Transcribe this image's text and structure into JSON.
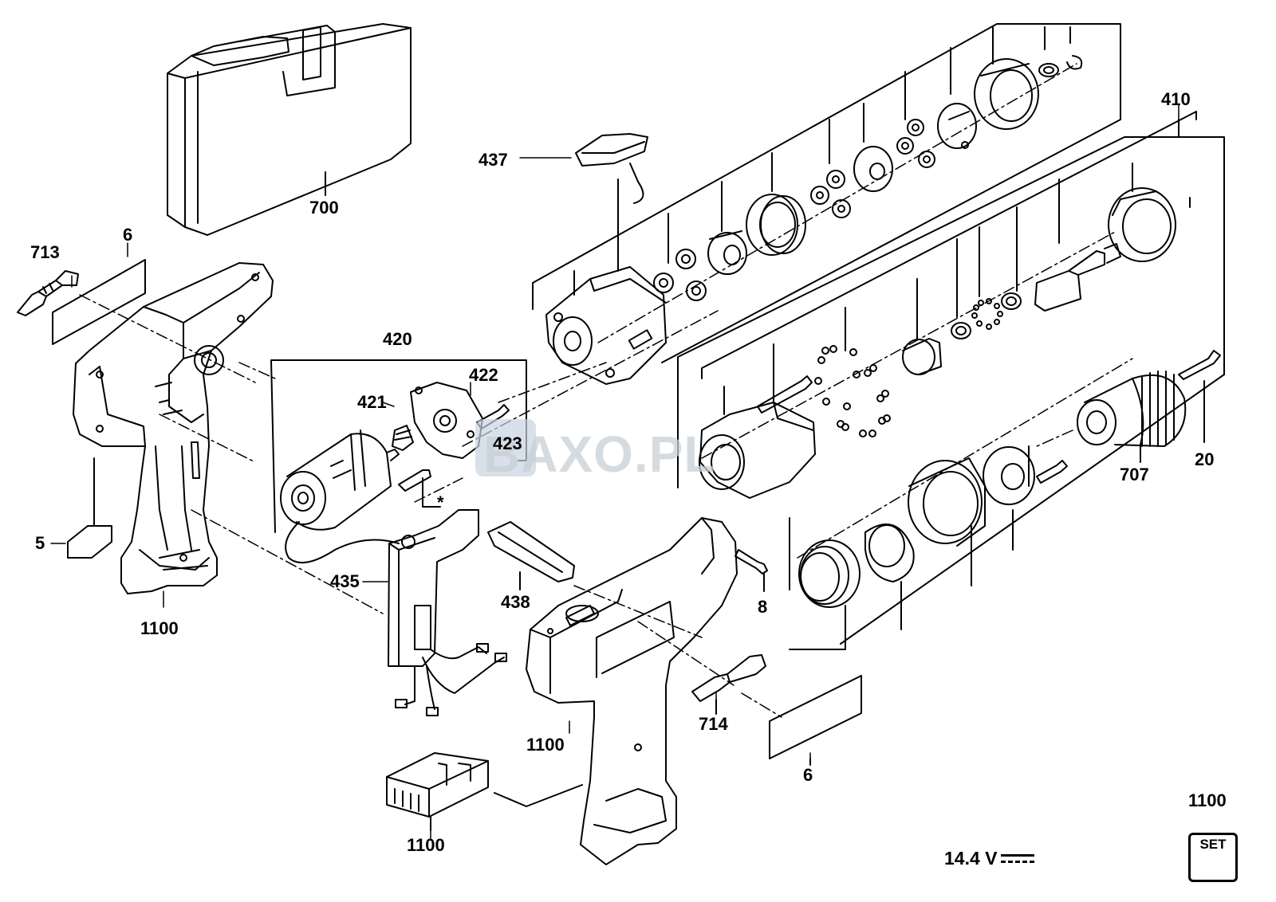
{
  "watermark": {
    "text": "BAXO.PL"
  },
  "voltage": {
    "text": "14.4 V"
  },
  "set_badge": {
    "text": "SET"
  },
  "labels": {
    "case": "700",
    "bit_left": "713",
    "label_sticker_left": "6",
    "housing_left": "1100",
    "nameplate": "5",
    "motor_assembly": "420",
    "pinion": "421",
    "motor_plate": "422",
    "motor_screw": "423",
    "switch": "435",
    "switch_slider": "438",
    "direction_selector": "437",
    "gearbox_assembly": "410",
    "chuck": "707",
    "chuck_screw": "20",
    "housing_screw": "8",
    "bit_right": "714",
    "label_sticker_right": "6",
    "housing_right": "1100",
    "battery_contacts": "1100",
    "set_number": "1100",
    "star_note": "*"
  }
}
